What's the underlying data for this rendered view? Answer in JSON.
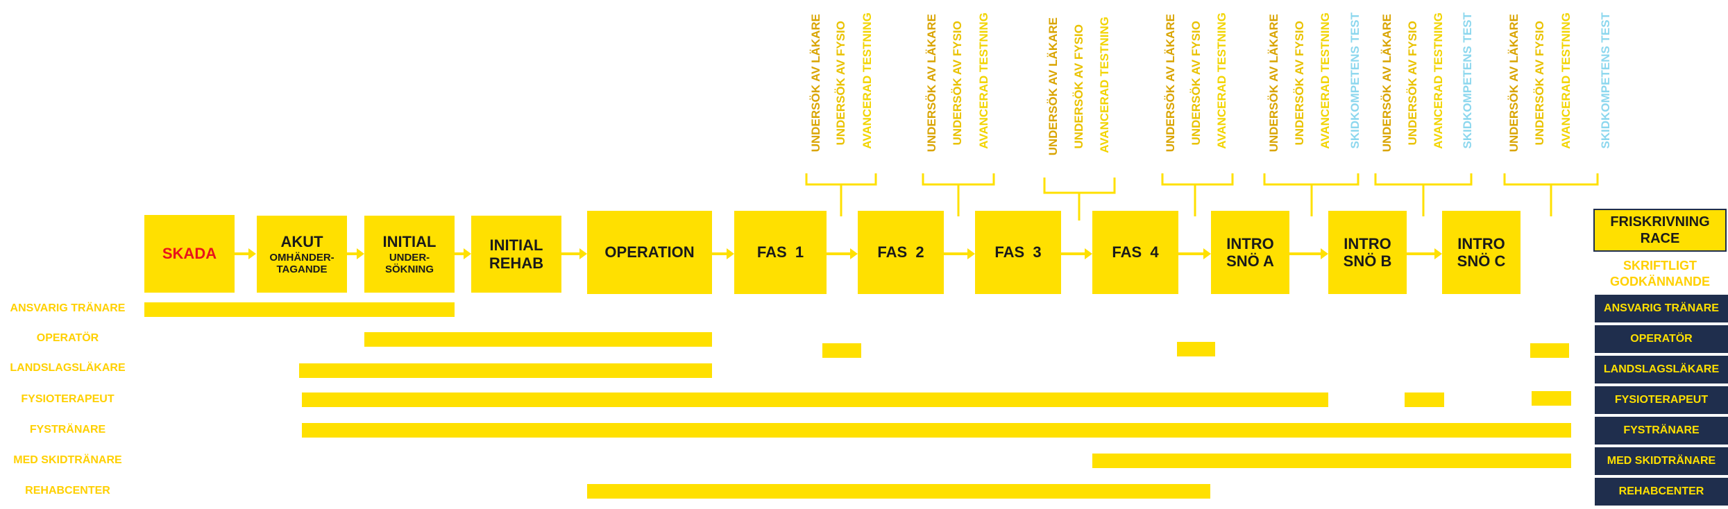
{
  "steps": {
    "skada": {
      "line1": "SKADA",
      "sub": ""
    },
    "akut": {
      "line1": "AKUT",
      "sub": "OMHÄNDER-\nTAGANDE"
    },
    "initial_undersokning": {
      "line1": "INITIAL",
      "sub": "UNDER-\nSÖKNING"
    },
    "initial_rehab": {
      "line1": "INITIAL\nREHAB",
      "sub": ""
    },
    "operation": {
      "line1": "OPERATION",
      "sub": ""
    },
    "fas1": {
      "line1": "FAS  1",
      "sub": ""
    },
    "fas2": {
      "line1": "FAS  2",
      "sub": ""
    },
    "fas3": {
      "line1": "FAS  3",
      "sub": ""
    },
    "fas4": {
      "line1": "FAS  4",
      "sub": ""
    },
    "intro_a": {
      "line1": "INTRO\nSNÖ A",
      "sub": ""
    },
    "intro_b": {
      "line1": "INTRO\nSNÖ B",
      "sub": ""
    },
    "intro_c": {
      "line1": "INTRO\nSNÖ C",
      "sub": ""
    }
  },
  "tests": {
    "undersok_lakare": "UNDERSÖK AV LÄKARE",
    "undersok_fysio": "UNDERSÖK AV FYSIO",
    "avancerad": "AVANCERAD TESTNING",
    "skidkompetens": "SKIDKOMPETENS TEST"
  },
  "final": {
    "title": "FRISKRIVNING\nRACE",
    "subtitle": "SKRIFTLIGT\nGODKÄNNANDE"
  },
  "roles": {
    "ansvarig": "ANSVARIG TRÄNARE",
    "operator": "OPERATÖR",
    "landslag": "LANDSLAGSLÄKARE",
    "fysioterapeut": "FYSIOTERAPEUT",
    "fystranare": "FYSTRÄNARE",
    "skidtranare": "MED SKIDTRÄNARE",
    "rehabcenter": "REHABCENTER"
  },
  "colors": {
    "accent_yellow": "#FFE000",
    "label_yellow": "#FFD000",
    "navy": "#1F2E4D",
    "red": "#E8141C",
    "blue_text": "#8CD7EE"
  }
}
